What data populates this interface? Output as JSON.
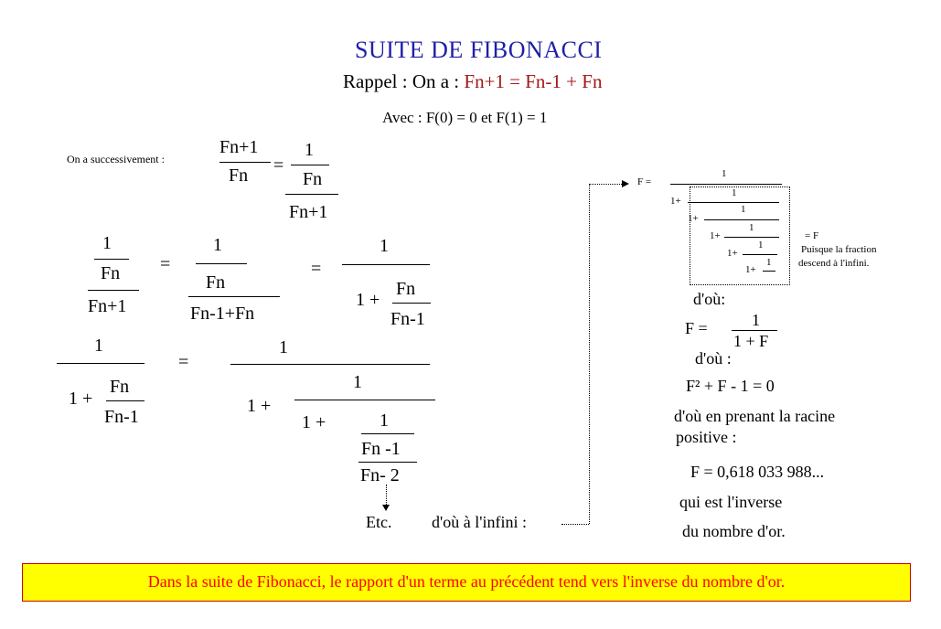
{
  "title": "SUITE DE FIBONACCI",
  "rappel": {
    "prefix": "Rappel : On a : ",
    "formula": "Fn+1 = Fn-1 + Fn"
  },
  "avec": "Avec : F(0) = 0 et F(1) = 1",
  "on_a": "On a successivement :",
  "eq1": {
    "a_num": "Fn+1",
    "a_den": "Fn",
    "eq": "=",
    "b_num": "1",
    "b_den": "Fn",
    "b_den2": "Fn+1"
  },
  "eq2": {
    "a_num": "1",
    "a_mid": "Fn",
    "a_den": "Fn+1",
    "eq": "=",
    "b_num": "1",
    "b_mid": "Fn",
    "b_den": "Fn-1+Fn",
    "eq2": "=",
    "c_num": "1",
    "c_den_prefix": "1 +",
    "c_den_num": "Fn",
    "c_den_den": "Fn-1"
  },
  "eq3": {
    "a_num": "1",
    "a_den_prefix": "1 +",
    "a_den_num": "Fn",
    "a_den_den": "Fn-1",
    "eq": "=",
    "b_num": "1",
    "b_den_prefix": "1 +",
    "b_inner_num": "1",
    "b_inner_prefix": "1   +",
    "b_inner2_num": "1",
    "b_inner2_mid": "Fn -1",
    "b_inner2_den": "Fn- 2"
  },
  "etc": "Etc.",
  "infini": "d'où à l'infini :",
  "cf": {
    "label": "F =",
    "num": "1",
    "p1": "1+",
    "p2": "1+",
    "p3": "1+",
    "p4": "1+",
    "p5": "1+",
    "n1": "1",
    "n2": "1",
    "n3": "1",
    "n4": "1",
    "n5": "1",
    "eqF": "= F",
    "note1": "Puisque la fraction",
    "note2": "descend à l'infini."
  },
  "right": {
    "dou1": "d'où:",
    "f_eq": "F =",
    "f_num": "1",
    "f_den": "1 + F",
    "dou2": "d'où :",
    "quad": "F² + F - 1 = 0",
    "racine1": "d'où en prenant la racine",
    "racine2": "positive :",
    "value": "F = 0,618 033 988...",
    "inv1": "qui est l'inverse",
    "inv2": "du nombre d'or."
  },
  "conclusion": "Dans la suite de Fibonacci, le rapport d'un terme au précédent tend vers l'inverse du nombre d'or.",
  "colors": {
    "title": "#1f1fa8",
    "formula": "#a01818",
    "banner_bg": "#ffff00",
    "banner_text": "#ff0000",
    "banner_border": "#cc0000"
  }
}
